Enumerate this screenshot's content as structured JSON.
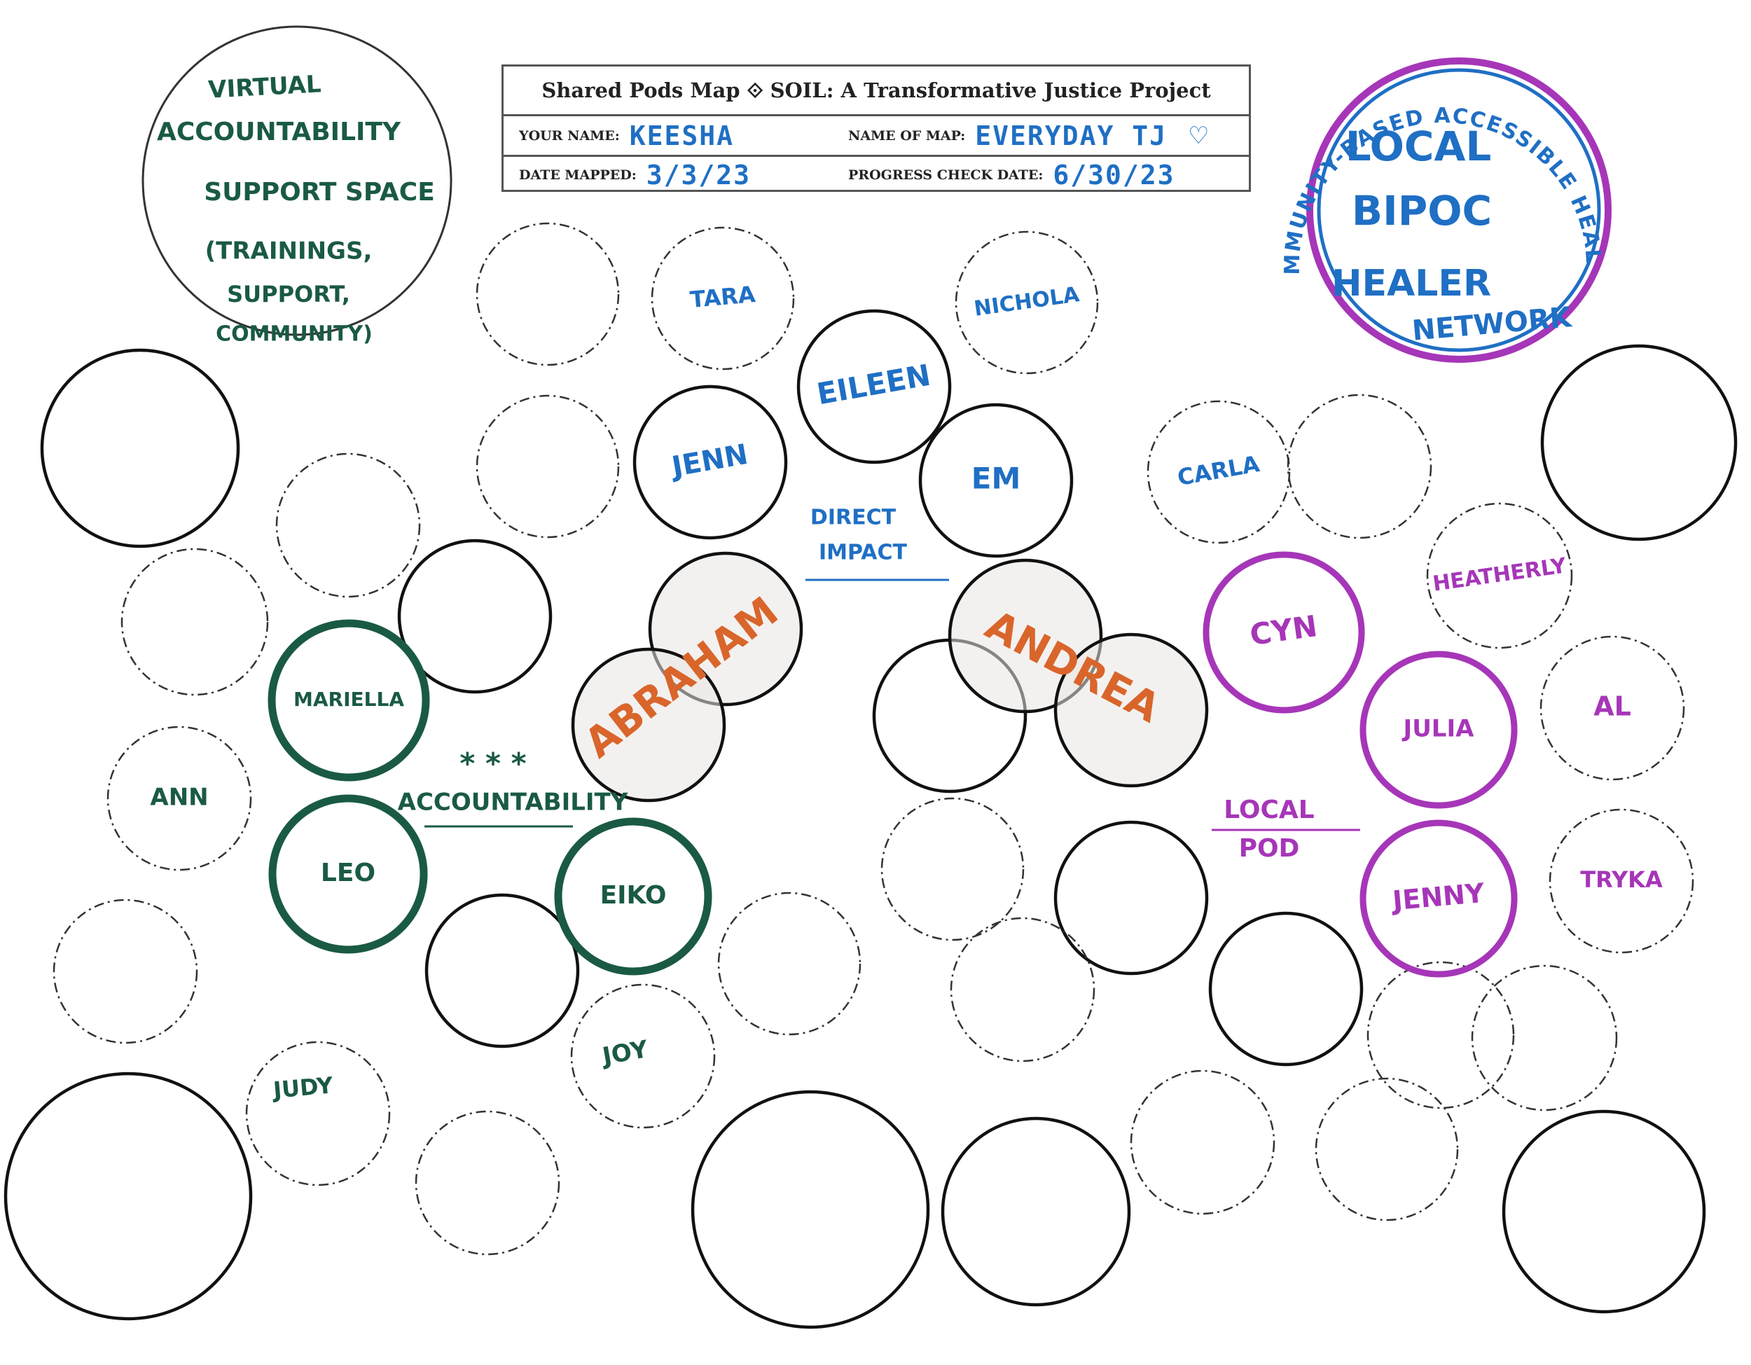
{
  "header": {
    "title": "Shared Pods Map ⟐ SOIL: A Transformative Justice Project",
    "your_name_label": "YOUR NAME:",
    "your_name": "KEESHA",
    "map_name_label": "NAME OF MAP:",
    "map_name": "EVERYDAY TJ",
    "heart_icon": "heart-icon",
    "date_mapped_label": "DATE MAPPED:",
    "date_mapped": "3/3/23",
    "progress_label": "PROGRESS CHECK DATE:",
    "progress_date": "6/30/23"
  },
  "colors": {
    "outline": "#111111",
    "dashed": "#333333",
    "green": "#1a5a43",
    "blue": "#1f6fc4",
    "orange": "#d9652b",
    "purple": "#a636b8",
    "impact_fill": "#e9e6e1"
  },
  "resources": [
    {
      "name": "virtual-accountability",
      "color": "green",
      "lines": [
        "VIRTUAL",
        "ACCOUNTABILITY",
        "SUPPORT SPACE",
        "(TRAININGS,",
        "SUPPORT,",
        "COMMUNITY)"
      ]
    },
    {
      "name": "local-healer-network",
      "color": "blue",
      "ring_color": "purple",
      "arc_text": "COMMUNITY-BASED ACCESSIBLE HEALING",
      "lines": [
        "LOCAL",
        "BIPOC",
        "HEALER",
        "NETWORK"
      ]
    }
  ],
  "impact": {
    "label_lines": [
      "DIRECT",
      "IMPACT"
    ],
    "names": [
      "ABRAHAM",
      "ANDREA"
    ]
  },
  "pods": [
    {
      "name": "accountability",
      "color": "green",
      "label": "ACCOUNTABILITY",
      "stars": "* * *"
    },
    {
      "name": "local-pod",
      "color": "purple",
      "label_lines": [
        "LOCAL",
        "POD"
      ]
    }
  ],
  "people": {
    "tara": "TARA",
    "nichola": "NICHOLA",
    "eileen": "EILEEN",
    "jenn": "JENN",
    "em": "EM",
    "carla": "CARLA",
    "heatherly": "HEATHERLY",
    "cyn": "CYN",
    "julia": "JULIA",
    "al": "AL",
    "jenny": "JENNY",
    "tryka": "TRYKA",
    "mariella": "MARIELLA",
    "ann": "ANN",
    "leo": "LEO",
    "eiko": "EIKO",
    "joy": "JOY",
    "judy": "JUDY"
  }
}
